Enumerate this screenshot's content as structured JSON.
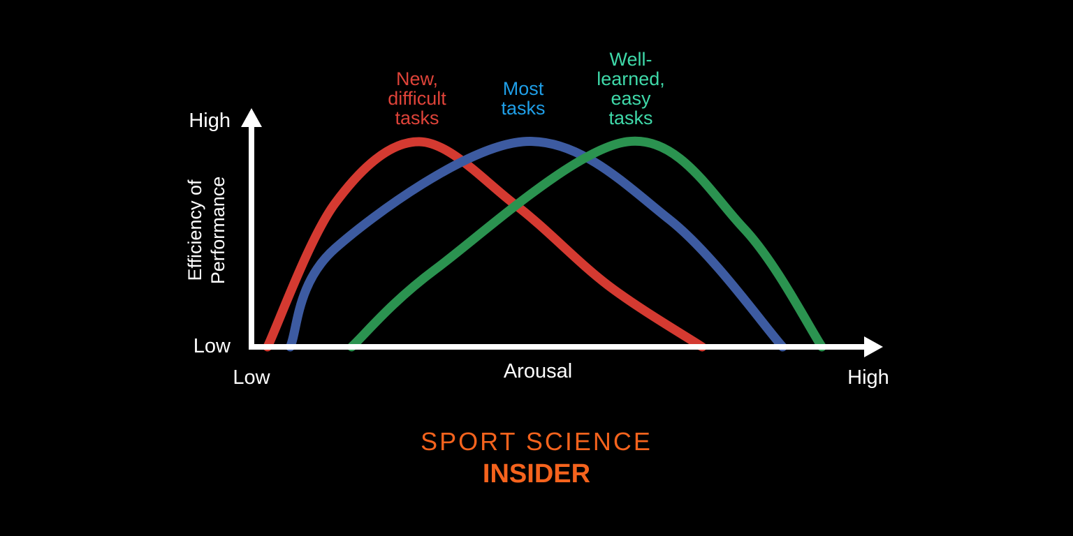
{
  "chart_data": {
    "type": "line",
    "title": "",
    "xlabel": "Arousal",
    "ylabel": "Efficiency of\nPerformance",
    "x_axis": {
      "min_label": "Low",
      "max_label": "High"
    },
    "y_axis": {
      "min_label": "Low",
      "max_label": "High"
    },
    "axis_color": "#ffffff",
    "background_color": "#000000",
    "grid": false,
    "legend_position": "above-curves",
    "x_range_normalized": [
      0,
      1
    ],
    "y_range_normalized": [
      0,
      1
    ],
    "series": [
      {
        "name": "New, difficult tasks",
        "label": "New,\ndifficult\ntasks",
        "color": "#d43a31",
        "label_color": "#de4339",
        "peak_x": 0.273,
        "points": [
          [
            0.026,
            0
          ],
          [
            0.136,
            0.7
          ],
          [
            0.273,
            1.0
          ],
          [
            0.43,
            0.69
          ],
          [
            0.58,
            0.3
          ],
          [
            0.733,
            0
          ]
        ]
      },
      {
        "name": "Most tasks",
        "label": "Most\ntasks",
        "color": "#3d5ba1",
        "label_color": "#1f9fe8",
        "peak_x": 0.441,
        "points": [
          [
            0.063,
            0
          ],
          [
            0.136,
            0.48
          ],
          [
            0.441,
            1.0
          ],
          [
            0.68,
            0.62
          ],
          [
            0.864,
            0
          ]
        ]
      },
      {
        "name": "Well-learned, easy tasks",
        "label": "Well-\nlearned,\neasy\ntasks",
        "color": "#2b9350",
        "label_color": "#3fd9a9",
        "peak_x": 0.611,
        "points": [
          [
            0.163,
            0
          ],
          [
            0.3,
            0.38
          ],
          [
            0.611,
            1.0
          ],
          [
            0.8,
            0.58
          ],
          [
            0.928,
            0
          ]
        ]
      }
    ]
  },
  "branding": {
    "line1": "SPORT SCIENCE",
    "line2": "INSIDER",
    "color": "#f5631d"
  }
}
